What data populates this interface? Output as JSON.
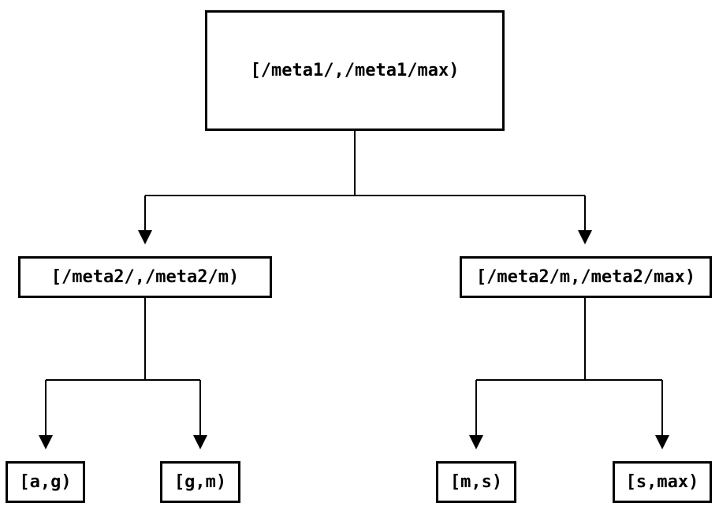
{
  "diagram": {
    "type": "tree",
    "background_color": "#ffffff",
    "line_color": "#000000",
    "node_border_color": "#000000",
    "text_color": "#000000",
    "nodes": {
      "root": {
        "label": "[/meta1/,/meta1/max)"
      },
      "left": {
        "label": "[/meta2/,/meta2/m)"
      },
      "right": {
        "label": "[/meta2/m,/meta2/max)"
      },
      "leaf_ag": {
        "label": "[a,g)"
      },
      "leaf_gm": {
        "label": "[g,m)"
      },
      "leaf_ms": {
        "label": "[m,s)"
      },
      "leaf_smax": {
        "label": "[s,max)"
      }
    },
    "edges": [
      {
        "from": "root",
        "to": "left"
      },
      {
        "from": "root",
        "to": "right"
      },
      {
        "from": "left",
        "to": "leaf_ag"
      },
      {
        "from": "left",
        "to": "leaf_gm"
      },
      {
        "from": "right",
        "to": "leaf_ms"
      },
      {
        "from": "right",
        "to": "leaf_smax"
      }
    ]
  }
}
